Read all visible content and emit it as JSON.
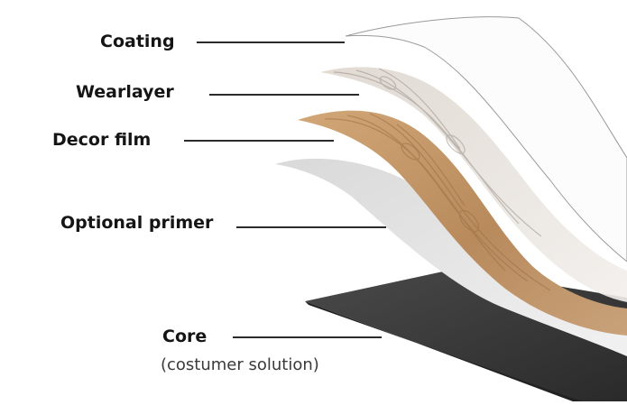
{
  "diagram": {
    "layers": [
      {
        "id": "coating",
        "label": "Coating"
      },
      {
        "id": "wearlayer",
        "label": "Wearlayer"
      },
      {
        "id": "decor",
        "label": "Decor film"
      },
      {
        "id": "primer",
        "label": "Optional primer"
      },
      {
        "id": "core",
        "label": "Core",
        "note": "(costumer solution)"
      }
    ],
    "colors": {
      "coating": "#fbfbfb",
      "wearlayer": "#e9e3dc",
      "decor": "#c49a6b",
      "decor_grain": "#9c7049",
      "primer": "#e4e4e4",
      "core": "#383838",
      "text": "#151515",
      "leader": "#2b2b2b"
    }
  }
}
